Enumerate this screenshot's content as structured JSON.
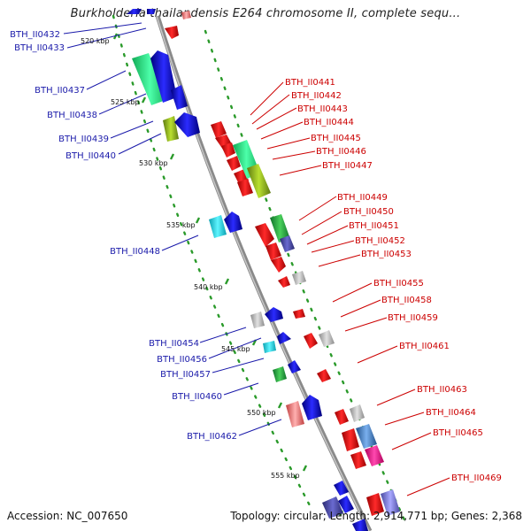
{
  "title": "Burkholderia thailandensis E264 chromosome II, complete sequ...",
  "footer": {
    "accession": "Accession: NC_007650",
    "info": "Topology: circular; Length: 2,914,771 bp; Genes: 2,368"
  },
  "colors": {
    "backbone": "#888888",
    "forward_label": "#cc0000",
    "reverse_label": "#1a1aaa",
    "tick": "#2a9a2a",
    "dots": "#2a9a2a"
  },
  "scale_ticks": [
    "520 kbp",
    "525 kbp",
    "530 kbp",
    "535 kbp",
    "540 kbp",
    "545 kbp",
    "550 kbp",
    "555 kbp"
  ],
  "left_labels": [
    "BTH_II0432",
    "BTH_II0433",
    "BTH_II0437",
    "BTH_II0438",
    "BTH_II0439",
    "BTH_II0440",
    "BTH_II0448",
    "BTH_II0454",
    "BTH_II0456",
    "BTH_II0457",
    "BTH_II0460",
    "BTH_II0462"
  ],
  "right_labels": [
    "BTH_II0441",
    "BTH_II0442",
    "BTH_II0443",
    "BTH_II0444",
    "BTH_II0445",
    "BTH_II0446",
    "BTH_II0447",
    "BTH_II0449",
    "BTH_II0450",
    "BTH_II0451",
    "BTH_II0452",
    "BTH_II0453",
    "BTH_II0455",
    "BTH_II0458",
    "BTH_II0459",
    "BTH_II0461",
    "BTH_II0463",
    "BTH_II0464",
    "BTH_II0465",
    "BTH_II0469"
  ]
}
